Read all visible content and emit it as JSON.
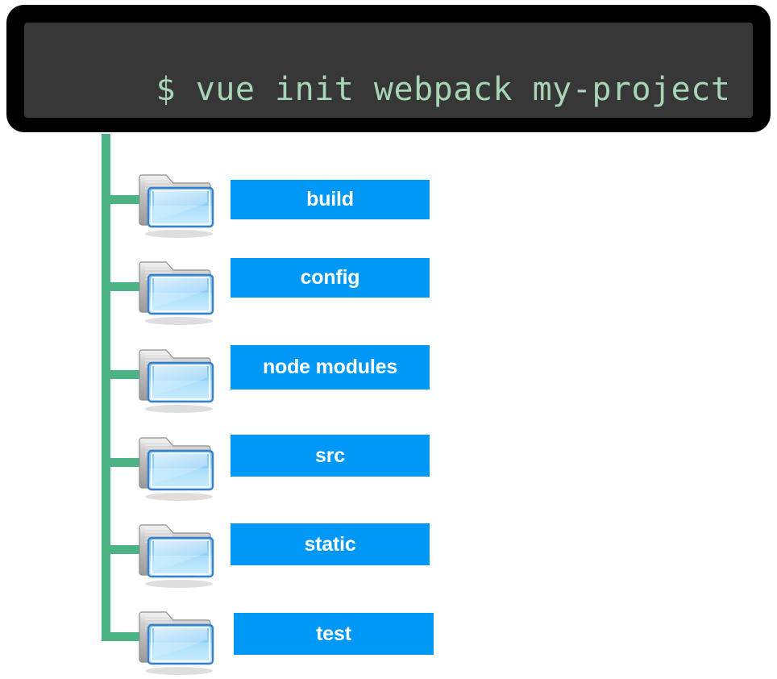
{
  "page": {
    "background": "#ffffff",
    "accent_green": "#4cb484",
    "accent_blue": "#0098f7",
    "terminal_text_color": "#a8d5b5",
    "terminal_bg": "#373737",
    "terminal_frame": "#000000"
  },
  "terminal": {
    "prompt": "$",
    "command": "vue init webpack my-project",
    "full_line": "$ vue init webpack my-project"
  },
  "tree": {
    "nodes": [
      {
        "label": "build",
        "icon": "folder-icon"
      },
      {
        "label": "config",
        "icon": "folder-icon"
      },
      {
        "label": "node modules",
        "icon": "folder-icon"
      },
      {
        "label": "src",
        "icon": "folder-icon"
      },
      {
        "label": "static",
        "icon": "folder-icon"
      },
      {
        "label": "test",
        "icon": "folder-icon"
      }
    ]
  }
}
